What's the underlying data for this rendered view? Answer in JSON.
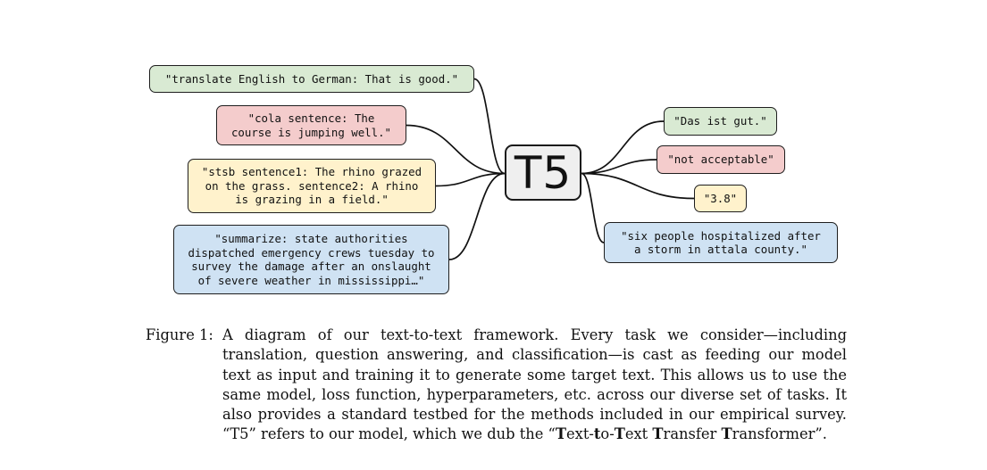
{
  "diagram": {
    "center_label": "T5",
    "inputs": [
      {
        "id": "in-translate",
        "lines": [
          "\"translate English to German: That is good.\""
        ],
        "color": "#d9ead3"
      },
      {
        "id": "in-cola",
        "lines": [
          "\"cola sentence: The",
          "course is jumping well.\""
        ],
        "color": "#f4cccc"
      },
      {
        "id": "in-stsb",
        "lines": [
          "\"stsb sentence1: The rhino grazed",
          "on the grass. sentence2: A rhino",
          "is grazing in a field.\""
        ],
        "color": "#fff2cc"
      },
      {
        "id": "in-summarize",
        "lines": [
          "\"summarize: state authorities",
          "dispatched emergency crews tuesday to",
          "survey the damage after an onslaught",
          "of severe weather in mississippi…\""
        ],
        "color": "#cfe2f3"
      }
    ],
    "outputs": [
      {
        "id": "out-translate",
        "lines": [
          "\"Das ist gut.\""
        ],
        "color": "#d9ead3"
      },
      {
        "id": "out-cola",
        "lines": [
          "\"not acceptable\""
        ],
        "color": "#f4cccc"
      },
      {
        "id": "out-stsb",
        "lines": [
          "\"3.8\""
        ],
        "color": "#fff2cc"
      },
      {
        "id": "out-summarize",
        "lines": [
          "\"six people hospitalized after",
          "a storm in attala county.\""
        ],
        "color": "#cfe2f3"
      }
    ]
  },
  "caption": {
    "label": "Figure 1:",
    "text_part1": "A diagram of our text-to-text framework. Every task we consider—including translation, question answering, and classification—is cast as feeding our model text as input and training it to generate some target text. This allows us to use the same model, loss function, hyperparameters, etc. across our diverse set of tasks. It also provides a standard testbed for the methods included in our empirical survey. “T5” refers to our model, which we dub the “",
    "name_T1": "T",
    "name_ext": "ext-",
    "name_t": "t",
    "name_o": "o-",
    "name_T2": "T",
    "name_ext2": "ext ",
    "name_T3": "T",
    "name_ransfer": "ransfer ",
    "name_T4": "T",
    "name_ransformer": "ransformer",
    "text_end": "”."
  }
}
